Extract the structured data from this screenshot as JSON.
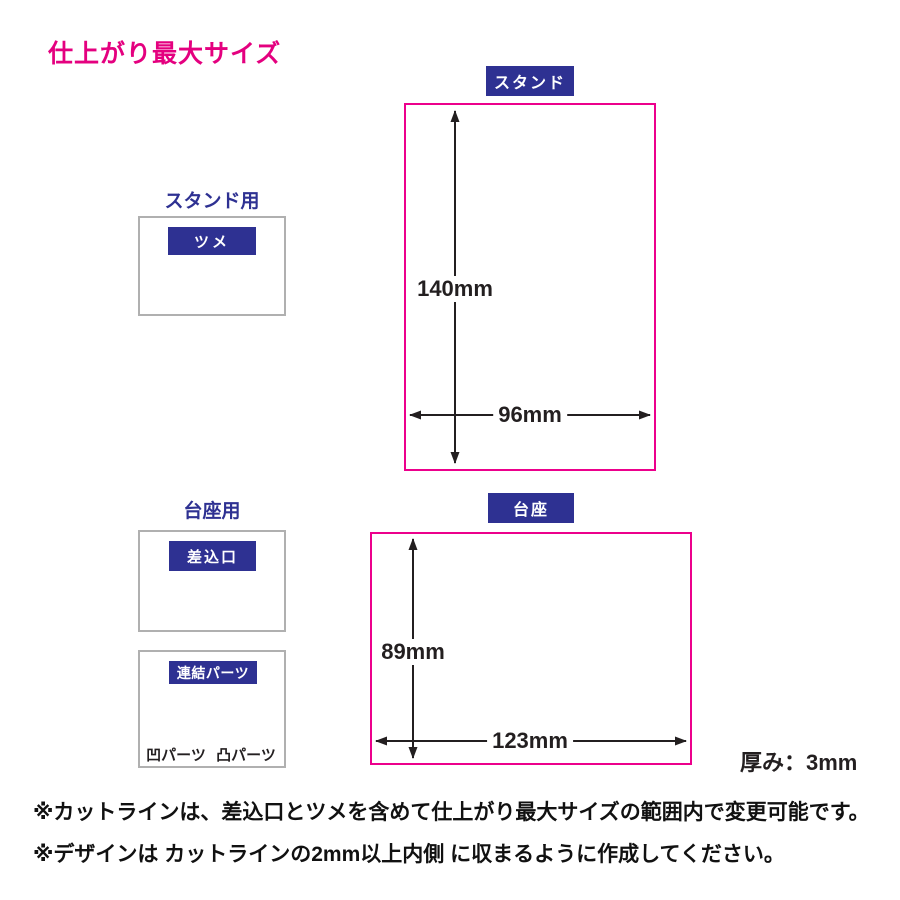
{
  "title": "仕上がり最大サイズ",
  "stand": {
    "tag": "スタンド",
    "height": "140mm",
    "width": "96mm",
    "parts_heading": "スタンド用",
    "tab_label": "ツメ"
  },
  "base": {
    "tag": "台座",
    "height": "89mm",
    "width": "123mm",
    "parts_heading": "台座用",
    "slot_label": "差込口"
  },
  "connector": {
    "label": "連結パーツ",
    "concave": "凹パーツ",
    "convex": "凸パーツ"
  },
  "thickness": "厚み：3mm",
  "notes": [
    "※カットラインは、差込口とツメを含めて仕上がり最大サイズの範囲内で変更可能です。",
    "※デザインは カットラインの2mm以上内側 に収まるように作成してください。"
  ],
  "colors": {
    "title_pink": "#e4007f",
    "cutline_pink": "#ec008c",
    "navy": "#2e3192",
    "cyan": "#29abe2",
    "box_gray": "#b0b0b0",
    "ink": "#231f20"
  }
}
